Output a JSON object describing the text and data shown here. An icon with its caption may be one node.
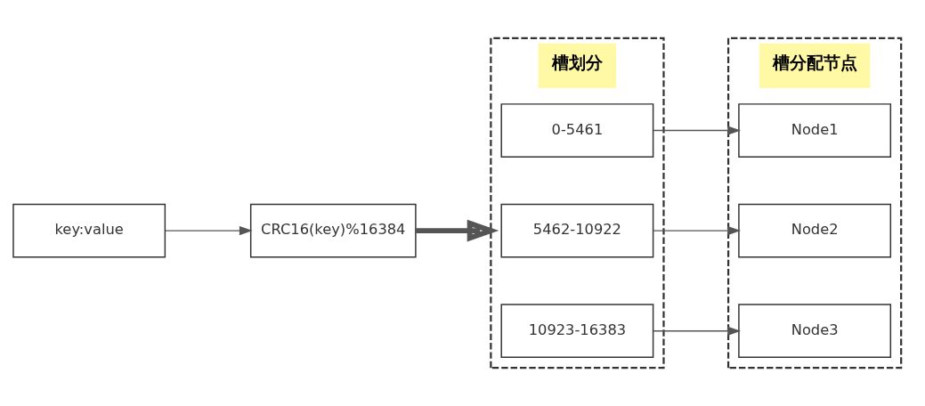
{
  "diagram": {
    "nodes": [
      {
        "text": [
          "key:value"
        ]
      },
      {
        "text": [
          "CRC16(key)%16384"
        ]
      },
      {
        "text": [
          "槽划分"
        ]
      },
      {
        "text": [
          "0-5461"
        ],
        "in": 2
      },
      {
        "text": [
          "5462-10922"
        ],
        "in": 2
      },
      {
        "text": [
          "10923-16383"
        ],
        "in": 2
      },
      {
        "text": [
          "槽分配节点"
        ]
      },
      {
        "text": [
          "Node1"
        ],
        "in": 6
      },
      {
        "text": [
          "Node2"
        ],
        "in": 6
      },
      {
        "text": [
          "Node3"
        ],
        "in": 6
      }
    ],
    "edges": [
      {
        "from": 0,
        "to": 1,
        "arrow": "to"
      },
      {
        "from": 1,
        "to": 2,
        "arrow": "to",
        "style": "thick"
      },
      {
        "from": 3,
        "to": 7,
        "arrow": "to"
      },
      {
        "from": 4,
        "to": 8,
        "arrow": "to"
      },
      {
        "from": 5,
        "to": 9,
        "arrow": "to"
      }
    ]
  }
}
